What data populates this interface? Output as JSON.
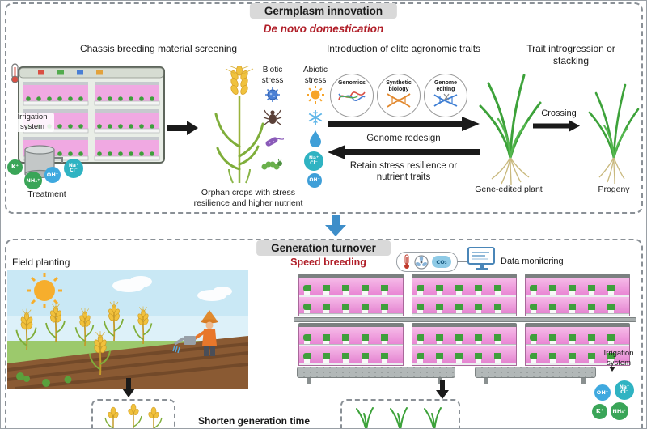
{
  "colors": {
    "accent_red": "#b01e28",
    "pill_bg": "#d9d9d9",
    "blue_arrow": "#3e8ec9",
    "grow_light_pink": "#e986d4",
    "ion_green": "#3aa558",
    "ion_blue": "#3fa9df",
    "ion_teal": "#2fb3c2"
  },
  "germplasm": {
    "title": "Germplasm innovation",
    "subtitle": "De novo domestication",
    "chassis": {
      "title": "Chassis breeding material screening",
      "irrigation_label": "Irrigation system",
      "treatment_label": "Treatment",
      "ions": {
        "k": "K⁺",
        "nh4": "NH₄⁺",
        "oh": "OH⁻",
        "na": "Na⁺",
        "cl": "Cl⁻"
      },
      "caption": "Orphan crops with stress resilience and higher nutrient"
    },
    "elite": {
      "title": "Introduction of elite agronomic traits",
      "biotic_label": "Biotic stress",
      "abiotic_label": "Abiotic stress",
      "abiotic_ions": {
        "na": "Na⁺",
        "cl": "Cl⁻",
        "oh": "OH⁻"
      },
      "tools": [
        "Genomics",
        "Synthetic biology",
        "Genome editing"
      ],
      "genome_redesign": "Genome redesign",
      "retain": "Retain stress resilience or nutrient traits"
    },
    "trait": {
      "title": "Trait introgression or stacking",
      "crossing": "Crossing",
      "gene_edited": "Gene-edited plant",
      "progeny": "Progeny"
    }
  },
  "generation": {
    "title": "Generation turnover",
    "field_label": "Field planting",
    "speed_label": "Speed breeding",
    "co2": "CO₂",
    "data_monitoring": "Data monitoring",
    "irrigation_label": "Irrigation system",
    "ions": {
      "oh": "OH⁻",
      "na": "Na⁺",
      "cl": "Cl⁻",
      "k": "K⁺",
      "nh4": "NH₄⁺"
    },
    "shorten": "Shorten generation time"
  }
}
